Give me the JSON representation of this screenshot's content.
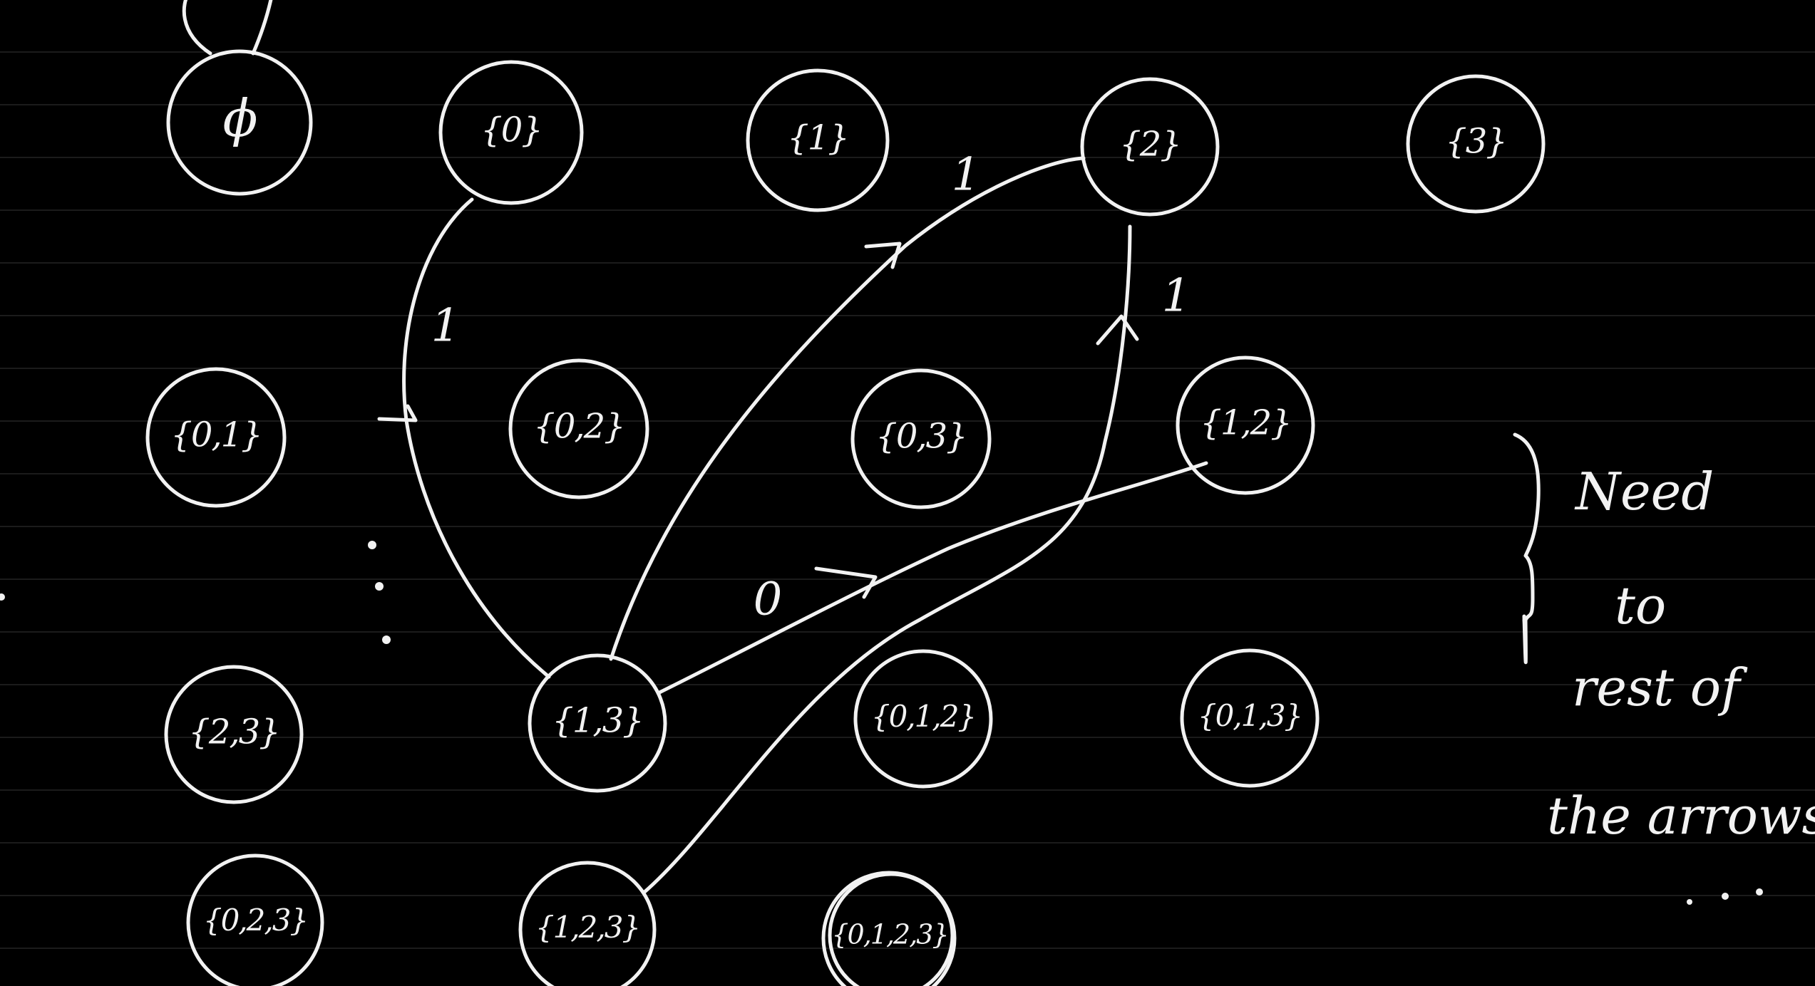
{
  "nodes": [
    {
      "id": "empty",
      "label": "ϕ"
    },
    {
      "id": "s0",
      "label": "{0}"
    },
    {
      "id": "s1",
      "label": "{1}"
    },
    {
      "id": "s2",
      "label": "{2}"
    },
    {
      "id": "s3",
      "label": "{3}"
    },
    {
      "id": "s01",
      "label": "{0,1}"
    },
    {
      "id": "s02",
      "label": "{0,2}"
    },
    {
      "id": "s03",
      "label": "{0,3}"
    },
    {
      "id": "s12",
      "label": "{1,2}"
    },
    {
      "id": "s23",
      "label": "{2,3}"
    },
    {
      "id": "s13",
      "label": "{1,3}"
    },
    {
      "id": "s012",
      "label": "{0,1,2}"
    },
    {
      "id": "s013",
      "label": "{0,1,3}"
    },
    {
      "id": "s023",
      "label": "{0,2,3}"
    },
    {
      "id": "s123",
      "label": "{1,2,3}"
    },
    {
      "id": "s0123",
      "label": "{0,1,2,3}"
    }
  ],
  "edges": [
    {
      "from": "{0}",
      "to": "{1,3}",
      "label": "1"
    },
    {
      "from": "{1,3}",
      "to": "{2}",
      "label": "1"
    },
    {
      "from": "{1,3}",
      "to": "{1,2}",
      "label": "0"
    },
    {
      "from": "{1,2,3}",
      "to": "{2}",
      "label": "1"
    }
  ],
  "note": {
    "lines": [
      "Need",
      "to",
      "rest of",
      "the arrows"
    ]
  },
  "colors": {
    "background": "#000000",
    "ink": "#f2f2f2",
    "rule_lines": "#1b1b1b"
  }
}
